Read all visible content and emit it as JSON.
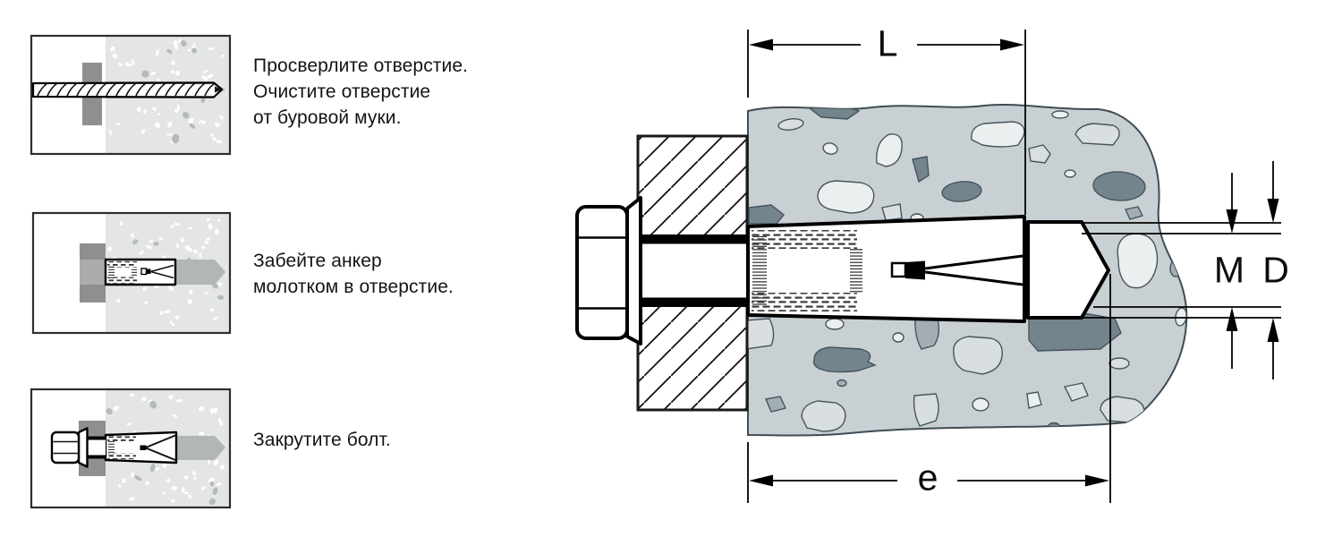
{
  "steps": [
    {
      "caption": "Просверлите отверстие.\nОчистите отверстие\nот буровой муки."
    },
    {
      "caption": "Забейте анкер\nмолотком в отверстие."
    },
    {
      "caption": "Закрутите болт."
    }
  ],
  "dimensions": {
    "anchor_length": "L",
    "embedment_depth": "e",
    "thread_size": "M",
    "drill_diameter": "D"
  },
  "colors": {
    "concrete_base": "#c9d0d4",
    "stone_white": "#eceff0",
    "stone_light": "#d9dee1",
    "stone_mid": "#a2aeb4",
    "stone_dark": "#73848d",
    "panel_concrete": "#e4e6e6",
    "panel_stone": "#b6baba",
    "fixture_dark": "#8e8f90",
    "fixture_mid": "#aaabac",
    "hole_gray": "#b3b6b6"
  }
}
